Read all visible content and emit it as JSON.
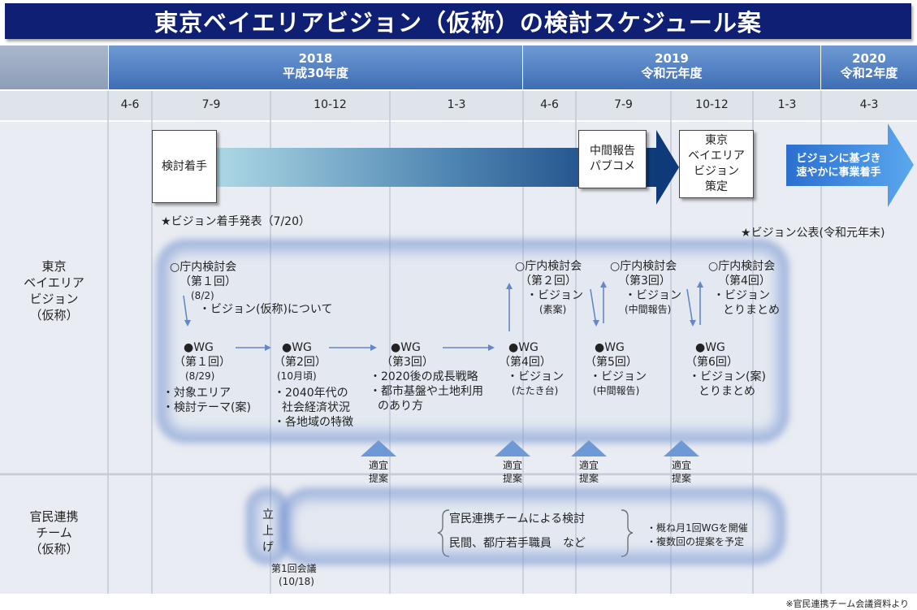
{
  "title": "東京ベイエリアビジョン（仮称）の検討スケジュール案",
  "years": [
    {
      "year": "2018",
      "era": "平成30年度"
    },
    {
      "year": "2019",
      "era": "令和元年度"
    },
    {
      "year": "2020",
      "era": "令和2年度"
    }
  ],
  "quarters": [
    "4-6",
    "7-9",
    "10-12",
    "1-3",
    "4-6",
    "7-9",
    "10-12",
    "1-3",
    "4-3"
  ],
  "rows": {
    "vision": "東京\nベイエリア\nビジョン\n（仮称）",
    "team": "官民連携\nチーム\n（仮称）"
  },
  "milestones": {
    "start": "検討着手",
    "interim": "中間報告\nパブコメ",
    "final": "東京\nベイエリア\nビジョン\n策定",
    "action": "ビジョンに基づき\n速やかに事業着手"
  },
  "announce_start": "★ビジョン着手発表（7/20）",
  "announce_public": "★ビジョン公表(令和元年末)",
  "meetings": [
    {
      "title": "○庁内検討会",
      "round": "（第１回）",
      "date": "(8/2)",
      "note": "・ビジョン(仮称)について"
    },
    {
      "title": "○庁内検討会",
      "round": "（第２回）",
      "note": "・ビジョン",
      "sub": "(素案)"
    },
    {
      "title": "○庁内検討会",
      "round": "（第3回）",
      "note": "・ビジョン",
      "sub": "(中間報告)"
    },
    {
      "title": "○庁内検討会",
      "round": "（第4回）",
      "note": "・ビジョン",
      "note2": "とりまとめ"
    }
  ],
  "wg": [
    {
      "title": "●WG",
      "round": "（第１回）",
      "date": "(8/29)",
      "items": [
        "・対象エリア",
        "・検討テーマ(案)"
      ]
    },
    {
      "title": "●WG",
      "round": "（第2回）",
      "date": "(10月頃)",
      "items": [
        "・2040年代の",
        "社会経済状況",
        "・各地域の特徴"
      ]
    },
    {
      "title": "●WG",
      "round": "（第3回）",
      "items": [
        "・2020後の成長戦略",
        "・都市基盤や土地利用",
        "のあり方"
      ]
    },
    {
      "title": "●WG",
      "round": "（第4回）",
      "items": [
        "・ビジョン",
        "(たたき台)"
      ]
    },
    {
      "title": "●WG",
      "round": "（第5回）",
      "items": [
        "・ビジョン",
        "(中間報告)"
      ]
    },
    {
      "title": "●WG",
      "round": "（第6回）",
      "items": [
        "・ビジョン(案)",
        "とりまとめ"
      ]
    }
  ],
  "proposal_label": "適宜\n提案",
  "team": {
    "launch": "立\n上\nげ",
    "first_meeting": "第1回会議",
    "first_date": "(10/18)",
    "desc1": "官民連携チームによる検討",
    "desc2": "民間、都庁若手職員　など",
    "note1": "・概ね月1回WGを開催",
    "note2": "・複数回の提案を予定"
  },
  "source": "※官民連携チーム会議資料より",
  "colors": {
    "title_bg": "#0f1f73",
    "header_blue": "#4d7fc0",
    "arrow_dark": "#0f3a7a",
    "arrow_light": "#aad8e6"
  }
}
